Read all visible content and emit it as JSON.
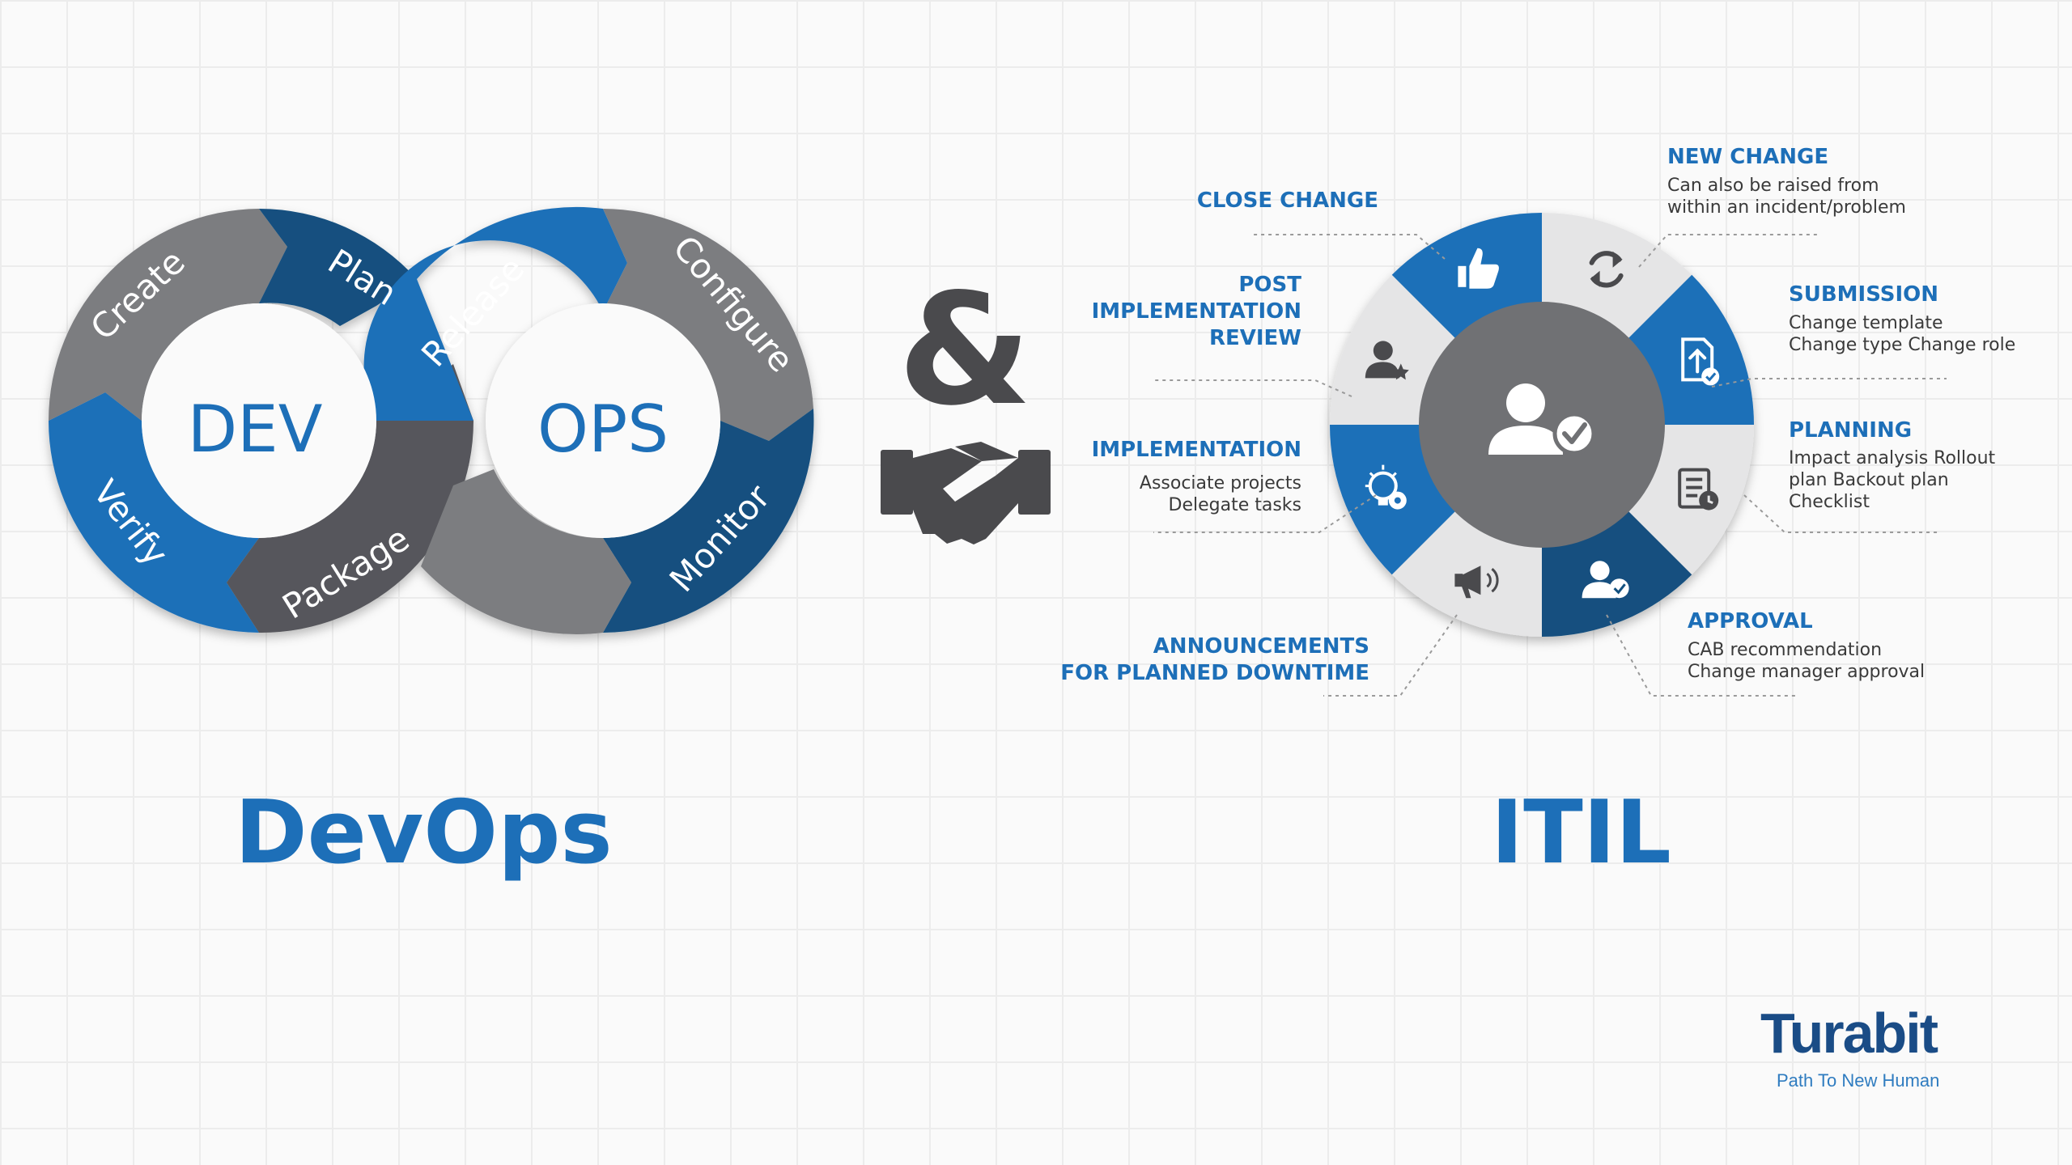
{
  "devops": {
    "title": "DevOps",
    "dev_label": "DEV",
    "ops_label": "OPS",
    "stages": [
      "Create",
      "Plan",
      "Release",
      "Configure",
      "Monitor",
      "Package",
      "Verify"
    ],
    "colors": {
      "blue": "#1d6fb8",
      "dark_blue": "#12507f",
      "gray": "#7c7d80",
      "dark_gray": "#56575b"
    }
  },
  "ampersand": "&",
  "handshake_icon": "handshake-icon",
  "itil": {
    "title": "ITIL",
    "center_icon": "user-check-icon",
    "stages": [
      {
        "id": "new-change",
        "heading": "NEW CHANGE",
        "detail": "Can also be raised from\nwithin an incident/problem",
        "icon": "refresh-icon"
      },
      {
        "id": "submission",
        "heading": "SUBMISSION",
        "detail": "Change template\nChange type Change role",
        "icon": "document-upload-icon"
      },
      {
        "id": "planning",
        "heading": "PLANNING",
        "detail": "Impact analysis Rollout\nplan Backout plan\nChecklist",
        "icon": "checklist-clock-icon"
      },
      {
        "id": "approval",
        "heading": "APPROVAL",
        "detail": "CAB recommendation\nChange manager approval",
        "icon": "user-approve-icon"
      },
      {
        "id": "announcements",
        "heading": "ANNOUNCEMENTS\nFOR PLANNED DOWNTIME",
        "detail": "",
        "icon": "megaphone-icon"
      },
      {
        "id": "implementation",
        "heading": "IMPLEMENTATION",
        "detail": "Associate projects\nDelegate tasks",
        "icon": "gear-bulb-icon"
      },
      {
        "id": "post-implementation-review",
        "heading": "POST\nIMPLEMENTATION\nREVIEW",
        "detail": "",
        "icon": "user-star-icon"
      },
      {
        "id": "close-change",
        "heading": "CLOSE CHANGE",
        "detail": "",
        "icon": "thumbs-up-icon"
      }
    ]
  },
  "logo": {
    "name": "Turabit",
    "tagline": "Path To New Human"
  }
}
